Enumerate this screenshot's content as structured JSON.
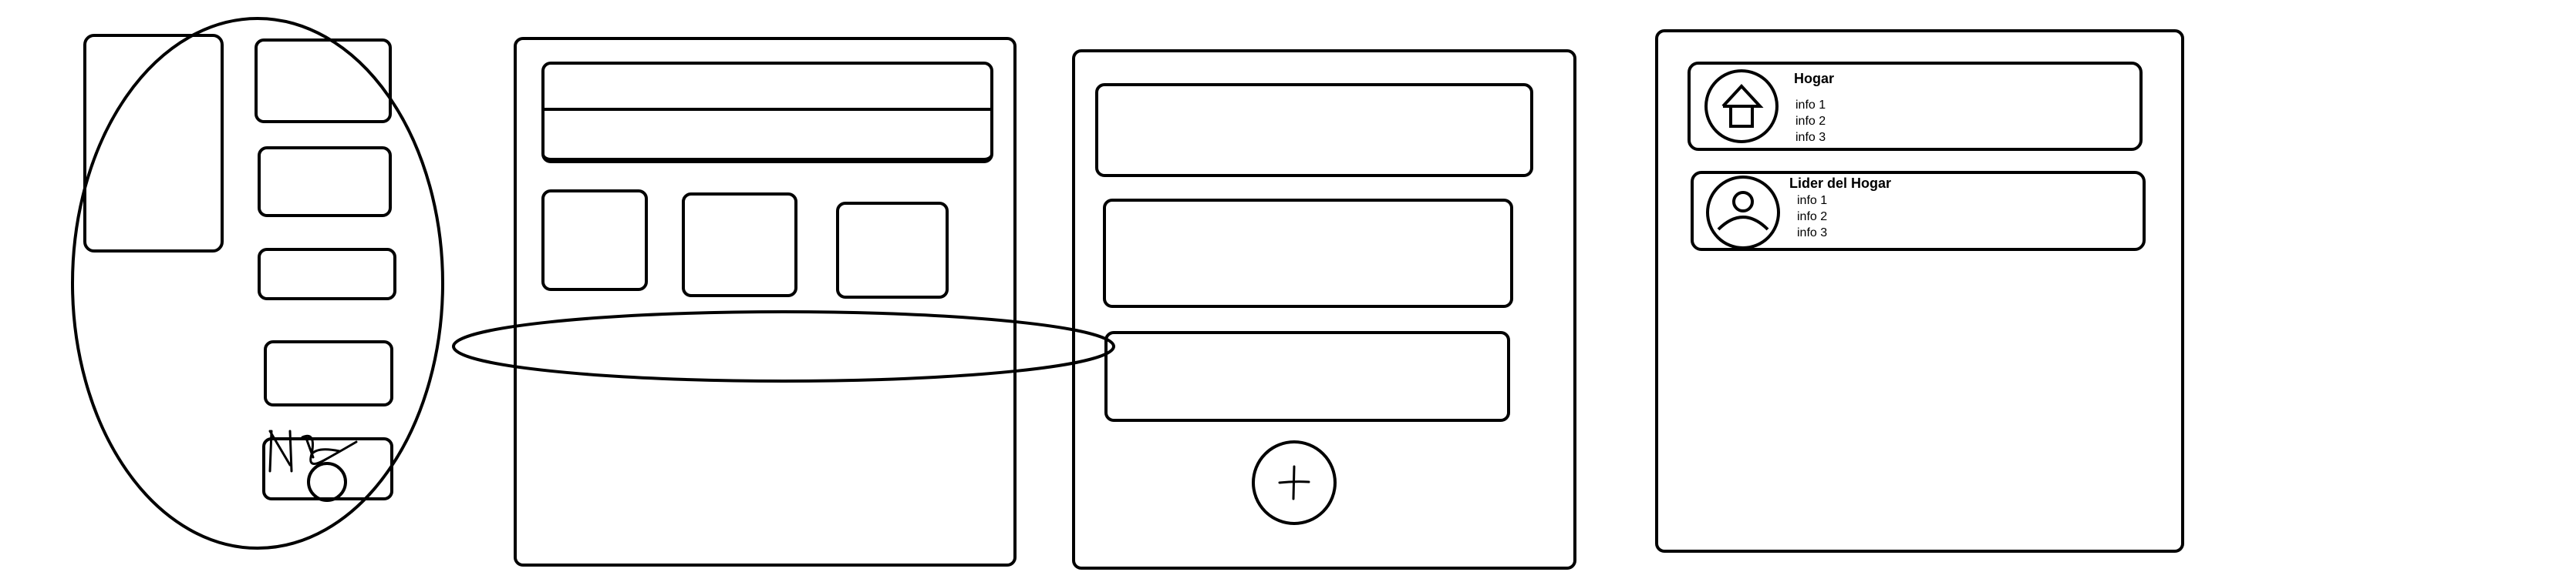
{
  "panel_4": {
    "card_hogar": {
      "title": "Hogar",
      "icon": "house-icon",
      "info": [
        "info 1",
        "info 2",
        "info 3"
      ]
    },
    "card_lider": {
      "title": "Lider del Hogar",
      "icon": "person-icon",
      "info": [
        "info 1",
        "info 2",
        "info 3"
      ]
    }
  },
  "icons": {
    "add": "plus-icon",
    "signature": "handwritten-scribble"
  }
}
